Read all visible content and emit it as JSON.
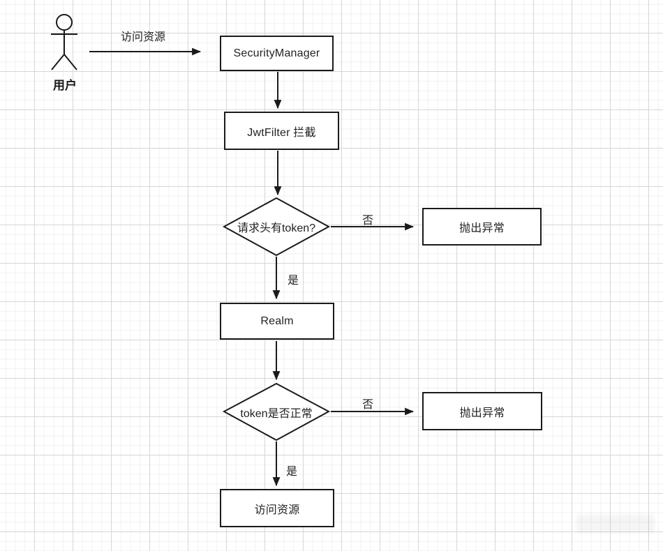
{
  "canvas": {
    "background_color": "#ffffff",
    "grid_major_color": "#d6d6d6",
    "grid_minor_color": "#f0f0f0",
    "stroke_color": "#1a1a1a"
  },
  "diagram": {
    "actor": {
      "label": "用户"
    },
    "nodes": {
      "security_manager": {
        "label": "SecurityManager",
        "type": "process"
      },
      "jwt_filter": {
        "label": "JwtFilter 拦截",
        "type": "process"
      },
      "has_token": {
        "label": "请求头有token?",
        "type": "decision"
      },
      "throw_exception_1": {
        "label": "抛出异常",
        "type": "process"
      },
      "realm": {
        "label": "Realm",
        "type": "process"
      },
      "token_valid": {
        "label": "token是否正常",
        "type": "decision"
      },
      "throw_exception_2": {
        "label": "抛出异常",
        "type": "process"
      },
      "access_resource": {
        "label": "访问资源",
        "type": "process"
      }
    },
    "edges": {
      "user_to_security_manager": {
        "label": "访问资源"
      },
      "has_token_no": {
        "label": "否"
      },
      "has_token_yes": {
        "label": "是"
      },
      "token_valid_no": {
        "label": "否"
      },
      "token_valid_yes": {
        "label": "是"
      }
    }
  }
}
